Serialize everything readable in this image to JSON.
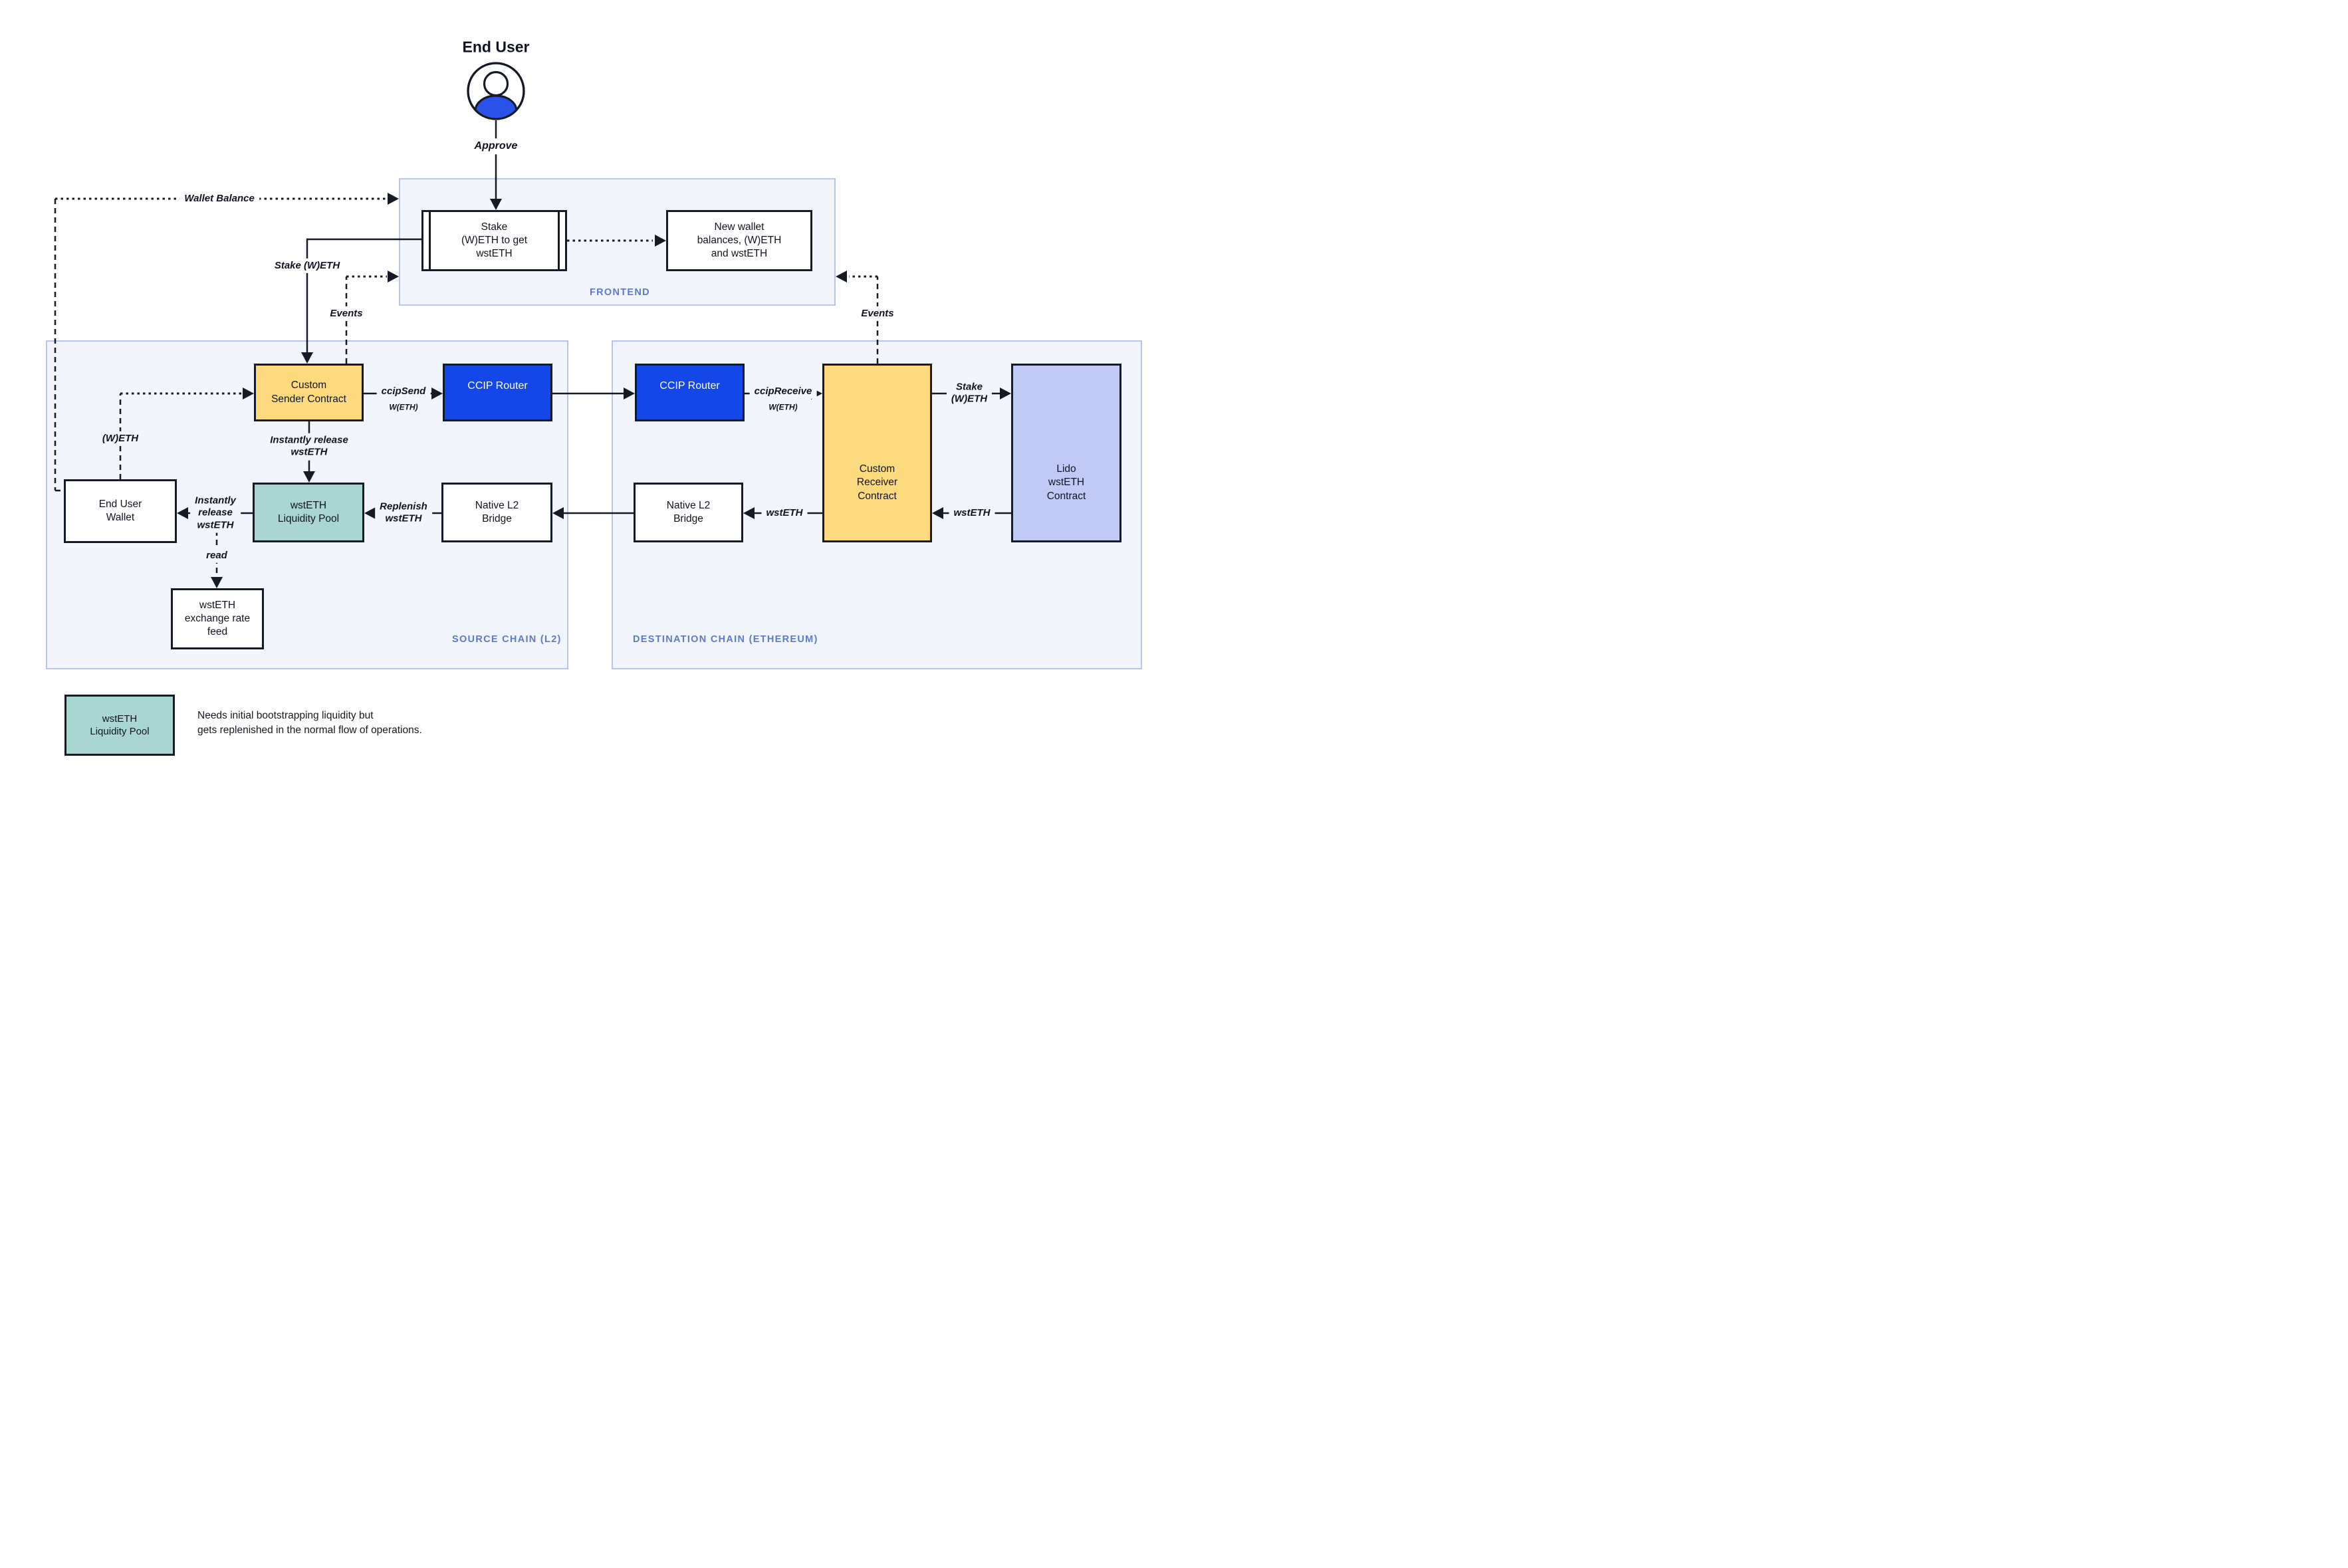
{
  "end_user": {
    "label": "End User",
    "approve": "Approve"
  },
  "frontend": {
    "label": "FRONTEND",
    "stake_box": "Stake\n(W)ETH to get\nwstETH",
    "new_wallet_box": "New wallet\nbalances, (W)ETH\nand wstETH"
  },
  "source_chain": {
    "label": "SOURCE CHAIN (L2)",
    "custom_sender": "Custom\nSender Contract",
    "ccip_router": "CCIP Router",
    "liquidity_pool": "wstETH\nLiquidity Pool",
    "end_user_wallet": "End User\nWallet",
    "native_bridge": "Native L2\nBridge",
    "exchange_feed": "wstETH\nexchange rate\nfeed"
  },
  "destination_chain": {
    "label": "DESTINATION CHAIN (ETHEREUM)",
    "ccip_router": "CCIP Router",
    "custom_receiver": "Custom\nReceiver\nContract",
    "native_bridge": "Native L2\nBridge",
    "lido": "Lido\nwstETH\nContract"
  },
  "edges": {
    "wallet_balance": "Wallet Balance",
    "stake_weth": "Stake (W)ETH",
    "events_source": "Events",
    "events_destination": "Events",
    "weth": "(W)ETH",
    "ccip_send": "ccipSend",
    "ccip_send_token": "W(ETH)",
    "ccip_receive": "ccipReceive",
    "ccip_receive_token": "W(ETH)",
    "instantly_release_sender": "Instantly release\nwstETH",
    "instantly_release_pool": "Instantly\nrelease\nwstETH",
    "replenish": "Replenish\nwstETH",
    "stake_weth_destination": "Stake\n(W)ETH",
    "wsteth_to_receiver": "wstETH",
    "wsteth_to_bridge": "wstETH",
    "read": "read"
  },
  "legend": {
    "box": "wstETH\nLiquidity Pool",
    "caption": "Needs initial bootstrapping liquidity but\ngets replenished in the normal flow of operations."
  },
  "colors": {
    "accent_blue": "#1347e8",
    "accent_yellow": "#fcda7d",
    "accent_teal": "#a9d6d1",
    "accent_lavender": "#bfcbf4",
    "container_fill": "#f2f5fb",
    "container_border": "#b9c5ee",
    "chain_label": "#5d79cc",
    "line": "#141a26",
    "person": "#2b52e8"
  }
}
